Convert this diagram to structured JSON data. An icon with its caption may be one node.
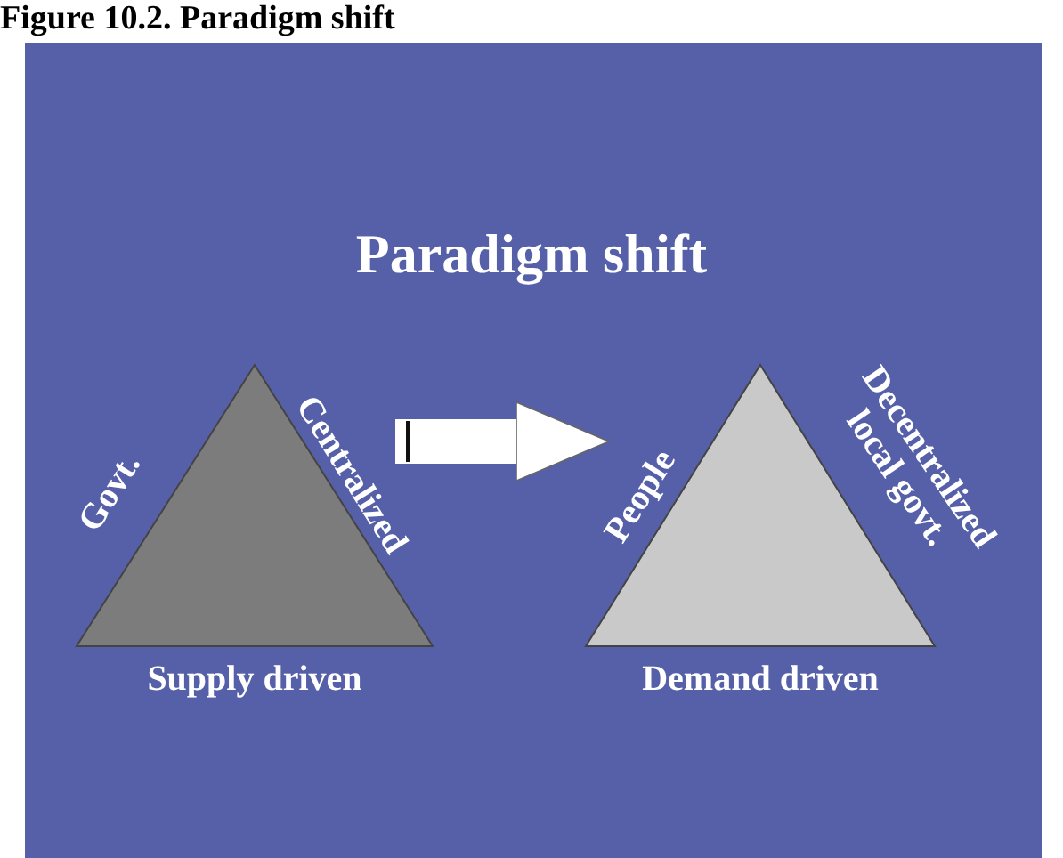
{
  "diagram": {
    "title": "Figure 10.2. Paradigm shift",
    "nodes": [
      {
        "text": [
          "Govt.",
          "Centralized",
          "Supply driven"
        ]
      },
      {
        "text": [
          "People",
          "Decentralized local govt.",
          "Demand driven"
        ]
      }
    ],
    "edges": [
      {
        "from": 0,
        "to": 1,
        "arrow": "to"
      }
    ],
    "labels": [
      "Paradigm shift"
    ]
  }
}
